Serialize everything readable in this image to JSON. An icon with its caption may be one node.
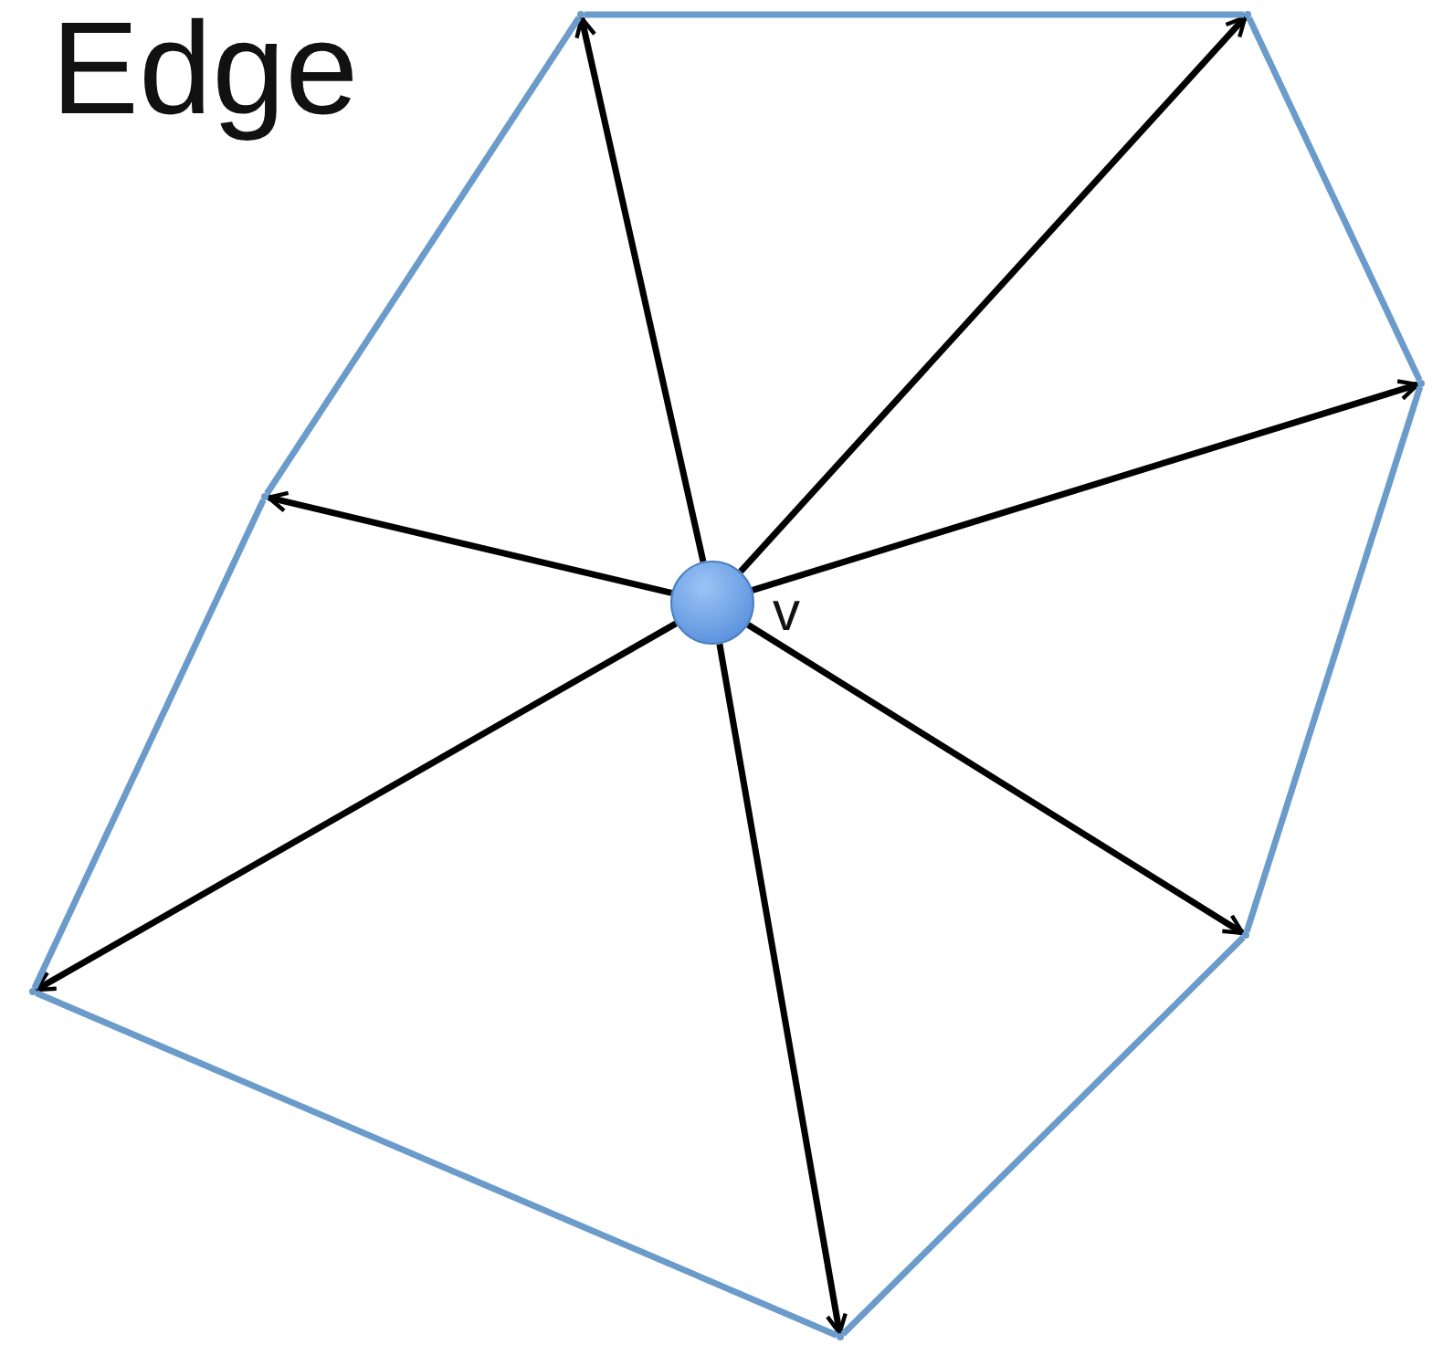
{
  "diagram": {
    "title": "Edge",
    "nodes": [
      {
        "text": [],
        "shape": "circle",
        "beside": [
          "v"
        ]
      },
      {
        "text": [],
        "shape": "point"
      },
      {
        "text": [],
        "shape": "point"
      },
      {
        "text": [],
        "shape": "point"
      },
      {
        "text": [],
        "shape": "point"
      },
      {
        "text": [],
        "shape": "point"
      },
      {
        "text": [],
        "shape": "point"
      },
      {
        "text": [],
        "shape": "point"
      }
    ],
    "edges": [
      {
        "from": 0,
        "to": 1,
        "arrow": "to",
        "color": "#000000"
      },
      {
        "from": 0,
        "to": 2,
        "arrow": "to",
        "color": "#000000"
      },
      {
        "from": 0,
        "to": 3,
        "arrow": "to",
        "color": "#000000"
      },
      {
        "from": 0,
        "to": 4,
        "arrow": "to",
        "color": "#000000"
      },
      {
        "from": 0,
        "to": 5,
        "arrow": "to",
        "color": "#000000"
      },
      {
        "from": 0,
        "to": 6,
        "arrow": "to",
        "color": "#000000"
      },
      {
        "from": 0,
        "to": 7,
        "arrow": "to",
        "color": "#000000"
      },
      {
        "from": 1,
        "to": 2,
        "arrow": "none",
        "color": "#6a9bcb"
      },
      {
        "from": 2,
        "to": 3,
        "arrow": "none",
        "color": "#6a9bcb"
      },
      {
        "from": 3,
        "to": 4,
        "arrow": "none",
        "color": "#6a9bcb"
      },
      {
        "from": 4,
        "to": 5,
        "arrow": "none",
        "color": "#6a9bcb"
      },
      {
        "from": 5,
        "to": 6,
        "arrow": "none",
        "color": "#6a9bcb"
      },
      {
        "from": 6,
        "to": 7,
        "arrow": "none",
        "color": "#6a9bcb"
      },
      {
        "from": 7,
        "to": 1,
        "arrow": "none",
        "color": "#6a9bcb"
      }
    ]
  }
}
